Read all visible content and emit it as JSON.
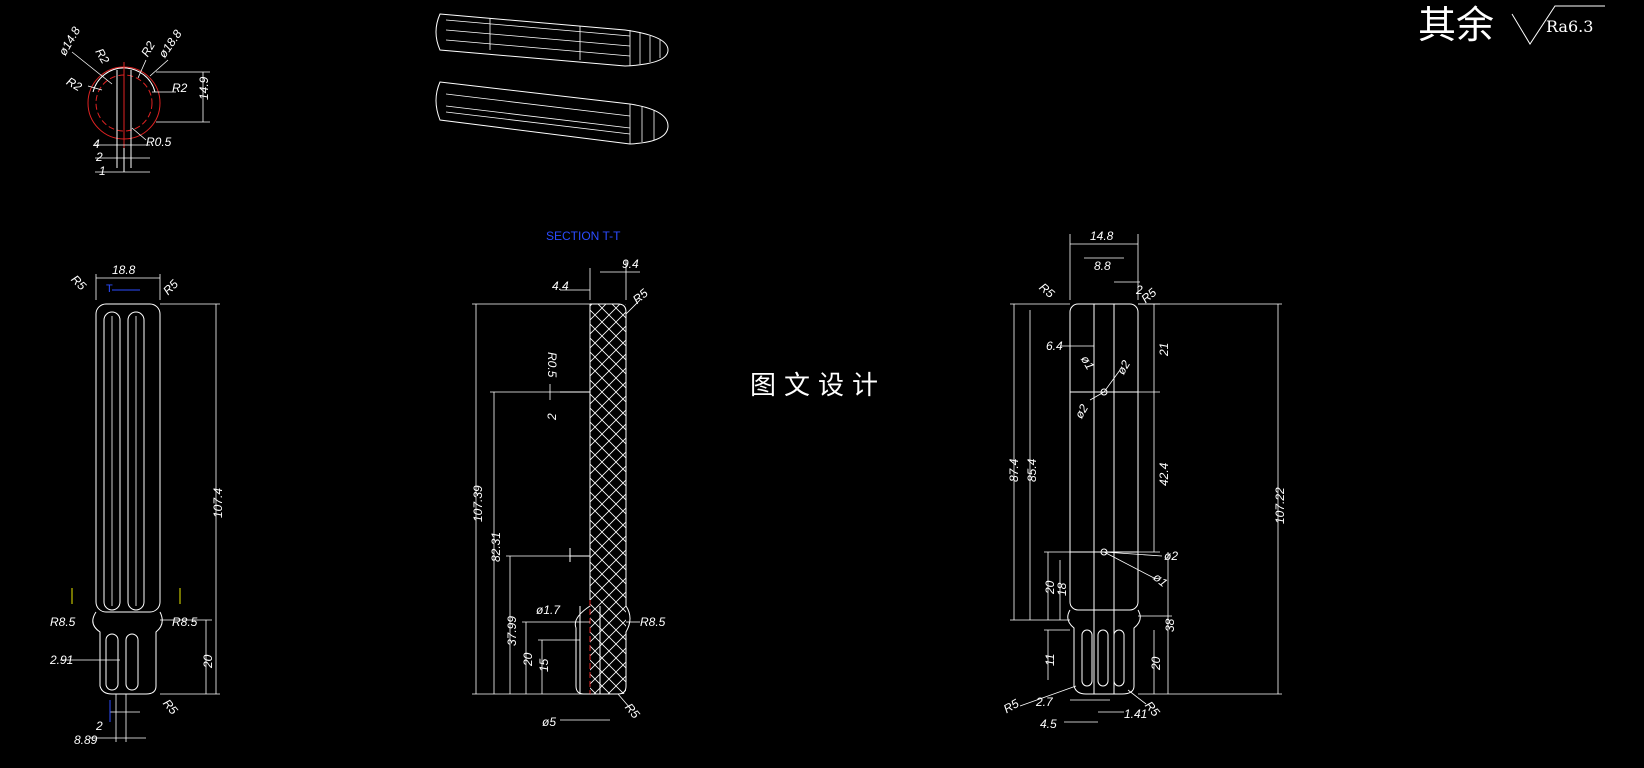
{
  "roughness": {
    "prefix": "其余",
    "value": "Ra6.3"
  },
  "center_title": "图文设计",
  "section_label": "SECTION T-T",
  "section_mark": "T",
  "colors": {
    "background": "#000000",
    "lines": "#ffffff",
    "section_text": "#2b4cff",
    "centerline": "#dd2222",
    "marker": "#e8e800"
  },
  "top_section_dims": {
    "d1": "ø14.8",
    "d2": "ø18.8",
    "r1": "R2",
    "r2": "R2",
    "r3": "R2",
    "r4": "R2",
    "h": "14.9",
    "w4": "4",
    "w2": "2",
    "w1": "1",
    "r05": "R0.5"
  },
  "left_view_dims": {
    "width": "18.8",
    "r_top_left": "R5",
    "r_top_right": "R5",
    "length": "107.4",
    "r_neck_left": "R8.5",
    "r_neck_right": "R8.5",
    "slot": "2.91",
    "end": "20",
    "r_bottom": "R5",
    "w2": "2",
    "w889": "8.89"
  },
  "section_view_dims": {
    "w94": "9.4",
    "w44": "4.4",
    "r5": "R5",
    "r05": "R0.5",
    "d2": "2",
    "total": "107.39",
    "h8231": "82.31",
    "h3799": "37.99",
    "h20": "20",
    "h15": "15",
    "d17": "ø1.7",
    "r85": "R8.5",
    "d5": "ø5",
    "r5b": "R5"
  },
  "right_view_dims": {
    "w148": "14.8",
    "w88": "8.8",
    "w2": "2",
    "r5l": "R5",
    "r5r": "R5",
    "w64": "6.4",
    "d1a": "ø1",
    "d2a": "ø2",
    "d2b": "ø2",
    "h21": "21",
    "h874": "87.4",
    "h854": "85.4",
    "h424": "42.4",
    "total": "107.22",
    "d2c": "ø2",
    "d1b": "ø1",
    "h20": "20",
    "h18": "18",
    "h38": "38",
    "h11": "11",
    "h20b": "20",
    "r5bl": "R5",
    "w27": "2.7",
    "w45": "4.5",
    "w141": "1.41",
    "r5br": "R5"
  }
}
